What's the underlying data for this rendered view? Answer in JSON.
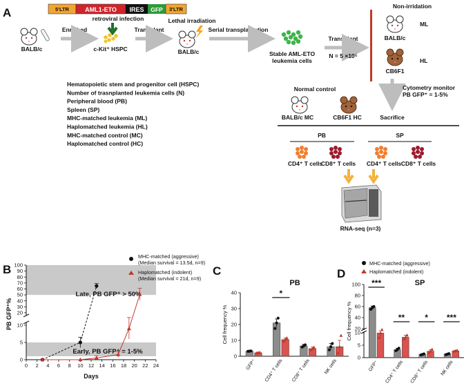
{
  "panel_a": {
    "panel_label": "A",
    "construct": {
      "ltr5": "5'LTR",
      "gene": "AML1-ETO",
      "ires": "IRES",
      "gfp": "GFP",
      "ltr3": "3'LTR"
    },
    "retroviral_infection": "retroviral infection",
    "enriched": "Enriched",
    "mouse_balbc_1": "BALB/c",
    "ckit_hspc": "c-Kit⁺ HSPC",
    "transplant_1": "Transplant",
    "lethal_irradiation": "Lethal irradiation",
    "mouse_balbc_2": "BALB/c",
    "serial_transplantation": "Serial transplantation",
    "stable_line1": "Stable AML-ETO",
    "stable_line2": "leukemia cells",
    "transplant_2": "Transplant",
    "n_cells": "N = 5 ×10⁵",
    "non_irridation": "Non-irridation",
    "ml": "ML",
    "ml_mouse": "BALB/c",
    "hl": "HL",
    "hl_mouse": "CB6F1",
    "glossary": [
      "Hematopoietic stem and progenitor cell (HSPC)",
      "Number of trasnplanted leukemia cells (N)",
      "Peripheral blood (PB)",
      "Spleen (SP)",
      "MHC-matched leukemia (ML)",
      "Haplomatched leukemia (HL)",
      "MHC-matched control (MC)",
      "Haplomatched control (HC)"
    ],
    "normal_control": "Normal control",
    "balbc_mc": "BALB/c MC",
    "cb6f1_hc": "CB6F1 HC",
    "cytometry_monitor": "Cytometry monitor",
    "pb_gfp": "PB GFP⁺ = 1-5%",
    "sacrifice": "Sacrifice",
    "pb": "PB",
    "sp": "SP",
    "cd4_pb": "CD4⁺ T cells",
    "cd8_pb": "CD8⁺ T cells",
    "cd4_sp": "CD4⁺ T cells",
    "cd8_sp": "CD8⁺ T cells",
    "rnaseq": "RNA-seq (n=3)"
  },
  "colors": {
    "ml_black": "#111111",
    "hl_red": "#c0392b",
    "bar_gray": "#8c8c8c",
    "bar_red": "#d9534f",
    "band_gray": "#c9c9c9",
    "gene_red": "#d0242b",
    "gfp_green": "#2e9a3a",
    "ltr_orange": "#f2a530",
    "arrow_gray": "#bdbdbd",
    "leukemia_green": "#3db54a",
    "cd4_orange": "#f07e2e",
    "cd8_darkred": "#9b1c2c",
    "arrow_yellow": "#f3b23a"
  },
  "panel_b": {
    "panel_label": "B",
    "legend_ml": "MHC-matched (aggressive)",
    "legend_ml_sub": "(Median survival = 13.5d, n=9)",
    "legend_hl": "Haplomatched (indolent)",
    "legend_hl_sub": "(Median survival = 21d, n=9)",
    "late_label": "Late, PB GFP⁺ > 50%",
    "early_label": "Early, PB GFP⁺ = 1-5%"
  },
  "panel_c": {
    "panel_label": "C"
  },
  "panel_d": {
    "panel_label": "D",
    "legend_ml": "MHC-matched (aggressive)",
    "legend_hl": "Haplomatched (indolent)"
  },
  "chart_data": [
    {
      "type": "line",
      "panel": "B",
      "xlabel": "Days",
      "ylabel": "PB GFP⁺%",
      "xlim": [
        0,
        24
      ],
      "x_ticks": [
        0,
        2,
        4,
        6,
        8,
        10,
        12,
        14,
        16,
        18,
        20,
        22,
        24
      ],
      "y_ticks_lower": [
        0,
        5,
        10
      ],
      "y_ticks_upper": [
        20,
        30,
        40,
        50,
        60,
        70,
        80,
        90,
        100
      ],
      "y_axis_break": [
        10,
        20
      ],
      "bands": [
        {
          "name": "Late",
          "range": [
            50,
            100
          ]
        },
        {
          "name": "Early",
          "range": [
            1,
            5
          ]
        }
      ],
      "series": [
        {
          "name": "MHC-matched (aggressive)",
          "points": [
            {
              "x": 3,
              "y": 0,
              "err": 0
            },
            {
              "x": 10,
              "y": 5,
              "err": 1.5
            },
            {
              "x": 13,
              "y": 65,
              "err": 4
            }
          ]
        },
        {
          "name": "Haplomatched (indolent)",
          "points": [
            {
              "x": 3,
              "y": 0,
              "err": 0
            },
            {
              "x": 10,
              "y": 0,
              "err": 0
            },
            {
              "x": 13,
              "y": 0.5,
              "err": 0.6
            },
            {
              "x": 17,
              "y": 1.5,
              "err": 0.8
            },
            {
              "x": 19,
              "y": 9,
              "err": 3
            },
            {
              "x": 21,
              "y": 51,
              "err": 10
            }
          ]
        }
      ]
    },
    {
      "type": "bar",
      "panel": "C",
      "title": "PB",
      "ylabel": "Cell frequency %",
      "ylim": [
        0,
        40
      ],
      "y_ticks": [
        0,
        10,
        20,
        30,
        40
      ],
      "categories": [
        "GFP⁺",
        "CD4⁺ T cells",
        "CD8⁺ T cells",
        "NK cells"
      ],
      "series": [
        {
          "name": "MHC-matched (aggressive)",
          "values": [
            3.2,
            21,
            6.5,
            6
          ],
          "err": [
            0.3,
            2.5,
            1,
            2
          ],
          "points": [
            [
              3.1,
              3.2,
              3.3
            ],
            [
              17.5,
              21,
              24
            ],
            [
              5.8,
              6.5,
              7.2
            ],
            [
              4,
              6,
              8
            ]
          ]
        },
        {
          "name": "Haplomatched (indolent)",
          "values": [
            2.2,
            10.5,
            4.8,
            6
          ],
          "err": [
            0.3,
            1,
            1,
            4
          ],
          "points": [
            [
              2,
              2.2,
              2.4
            ],
            [
              9.5,
              10.5,
              11.5
            ],
            [
              4,
              4.8,
              5.6
            ],
            [
              2,
              6,
              13
            ]
          ]
        }
      ],
      "significance": [
        {
          "category": "CD4⁺ T cells",
          "label": "*"
        }
      ]
    },
    {
      "type": "bar",
      "panel": "D",
      "title": "SP",
      "ylabel": "Cell frequency %",
      "y_ticks_lower": [
        0,
        5,
        10
      ],
      "y_ticks_upper": [
        20,
        40,
        60,
        80,
        100
      ],
      "y_axis_break": [
        10,
        20
      ],
      "categories": [
        "GFP⁺",
        "CD4⁺ T cells",
        "CD8⁺ T cells",
        "NK cells"
      ],
      "series": [
        {
          "name": "MHC-matched (aggressive)",
          "values": [
            58,
            3.2,
            1.3,
            1.4
          ],
          "err": [
            3,
            0.6,
            0.2,
            0.2
          ],
          "points": [
            [
              55,
              58,
              60
            ],
            [
              2.8,
              3.2,
              3.8
            ],
            [
              1.1,
              1.3,
              1.5
            ],
            [
              1.2,
              1.4,
              1.6
            ]
          ]
        },
        {
          "name": "Haplomatched (indolent)",
          "values": [
            12,
            8.2,
            2.6,
            2.7
          ],
          "err": [
            4,
            0.8,
            0.6,
            0.2
          ],
          "points": [
            [
              8,
              12,
              18
            ],
            [
              7.5,
              8.2,
              9
            ],
            [
              2,
              2.6,
              3.3
            ],
            [
              2.5,
              2.7,
              2.9
            ]
          ]
        }
      ],
      "significance": [
        {
          "category": "GFP⁺",
          "label": "***"
        },
        {
          "category": "CD4⁺ T cells",
          "label": "**"
        },
        {
          "category": "CD8⁺ T cells",
          "label": "*"
        },
        {
          "category": "NK cells",
          "label": "***"
        }
      ]
    }
  ]
}
